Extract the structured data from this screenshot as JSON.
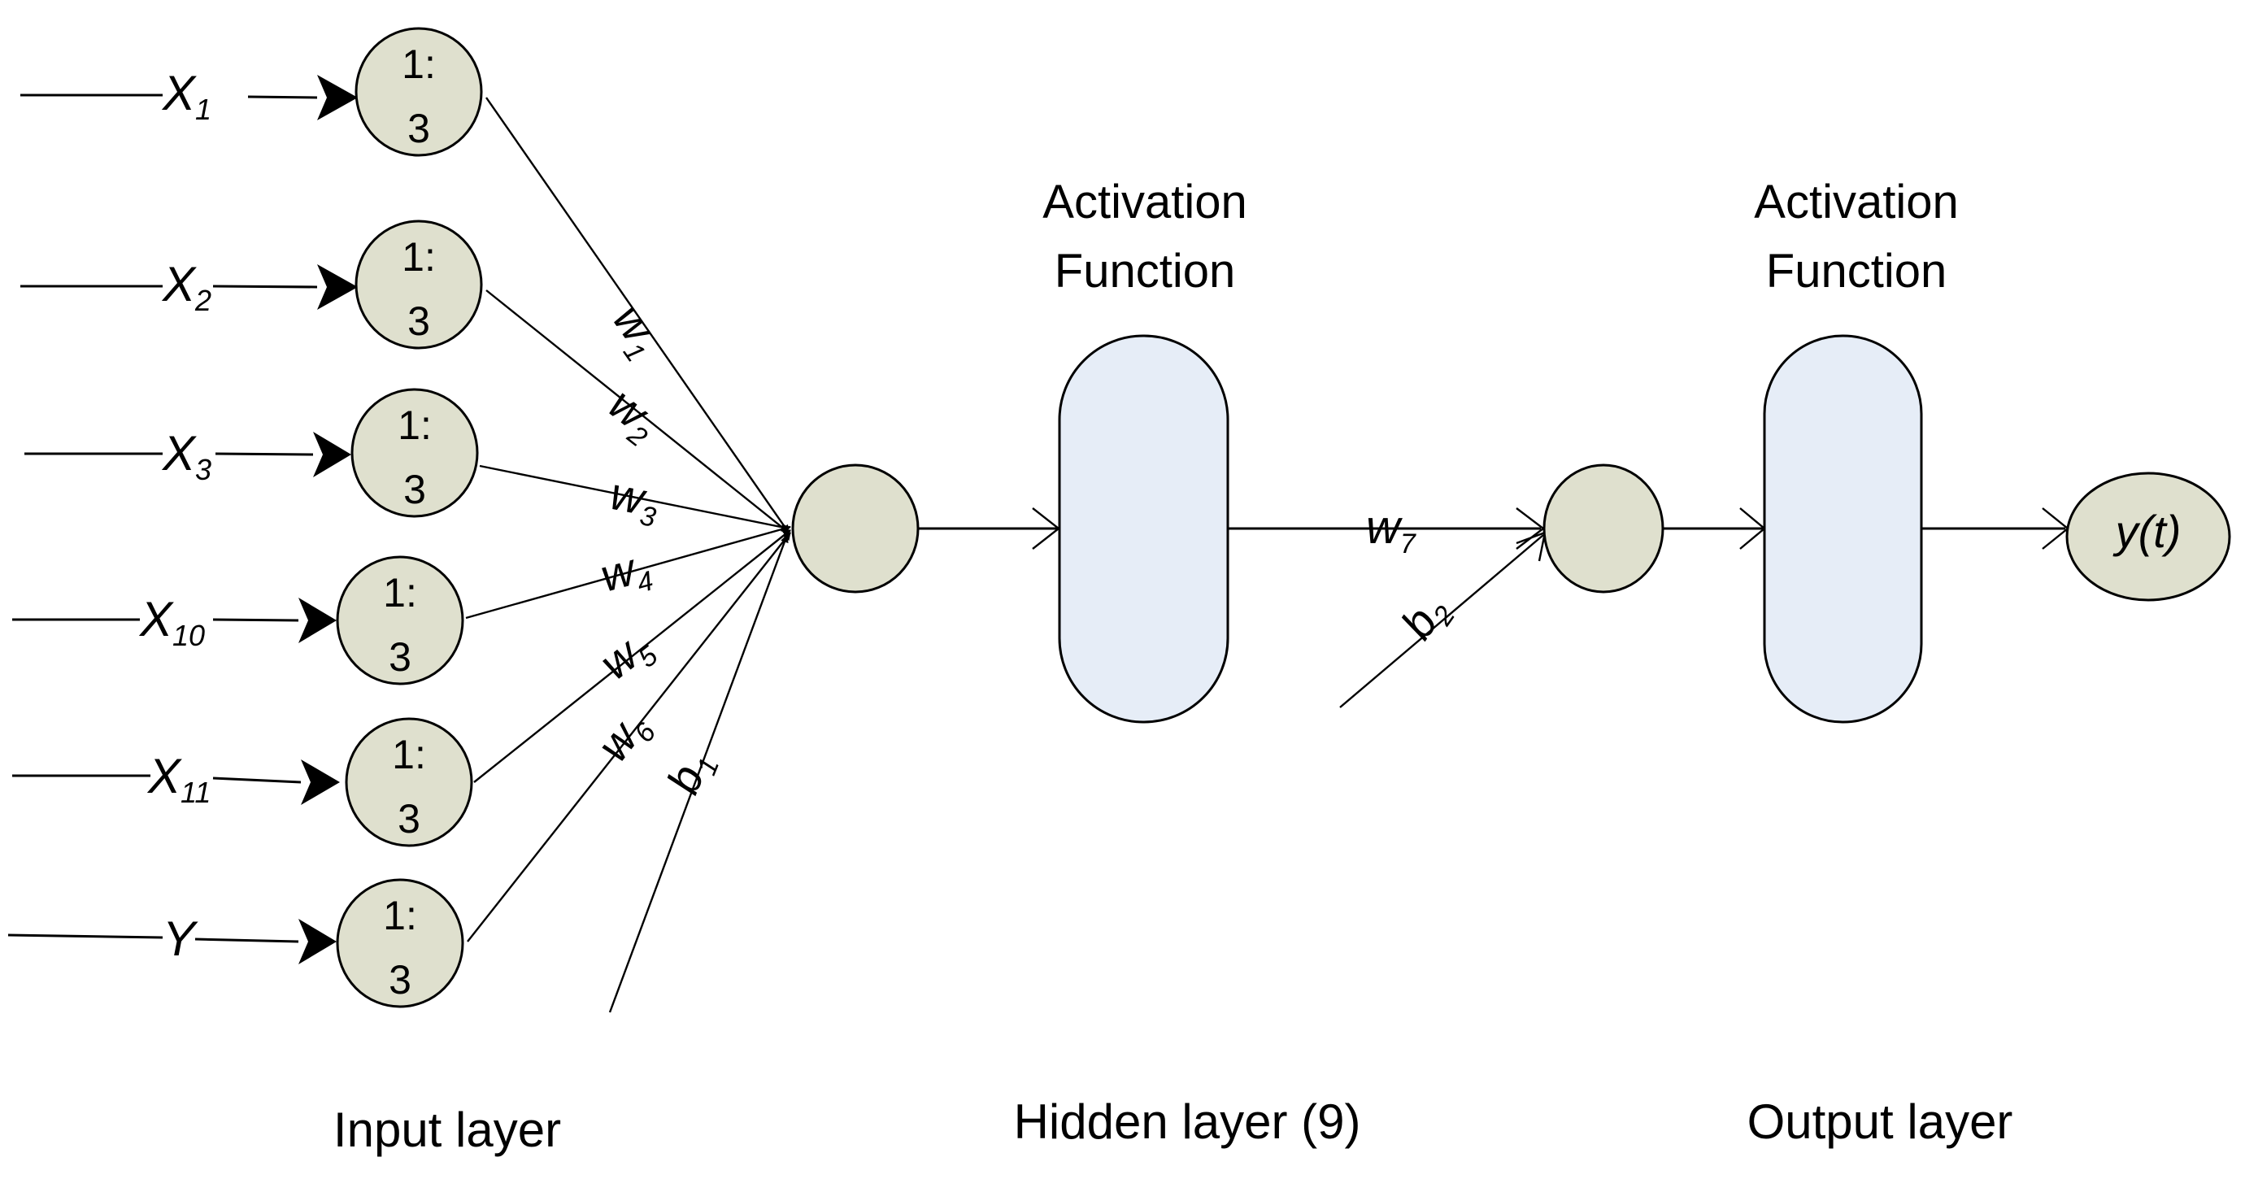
{
  "inputs": [
    {
      "var": "X",
      "sub": "1",
      "node_top": "1:",
      "node_bottom": "3"
    },
    {
      "var": "X",
      "sub": "2",
      "node_top": "1:",
      "node_bottom": "3"
    },
    {
      "var": "X",
      "sub": "3",
      "node_top": "1:",
      "node_bottom": "3"
    },
    {
      "var": "X",
      "sub": "10",
      "node_top": "1:",
      "node_bottom": "3"
    },
    {
      "var": "X",
      "sub": "11",
      "node_top": "1:",
      "node_bottom": "3"
    },
    {
      "var": "Y",
      "sub": "",
      "node_top": "1:",
      "node_bottom": "3"
    }
  ],
  "weights": [
    {
      "var": "w",
      "sub": "1"
    },
    {
      "var": "w",
      "sub": "2"
    },
    {
      "var": "w",
      "sub": "3"
    },
    {
      "var": "w",
      "sub": "4"
    },
    {
      "var": "w",
      "sub": "5"
    },
    {
      "var": "w",
      "sub": "6"
    }
  ],
  "bias1": {
    "var": "b",
    "sub": "1"
  },
  "weight7": {
    "var": "w",
    "sub": "7"
  },
  "bias2": {
    "var": "b",
    "sub": "2"
  },
  "hidden_activation": {
    "line1": "Activation",
    "line2": "Function"
  },
  "output_activation": {
    "line1": "Activation",
    "line2": "Function"
  },
  "output_label": "y(t)",
  "layer_labels": {
    "input": "Input layer",
    "hidden": "Hidden layer (9)",
    "output": "Output layer"
  }
}
